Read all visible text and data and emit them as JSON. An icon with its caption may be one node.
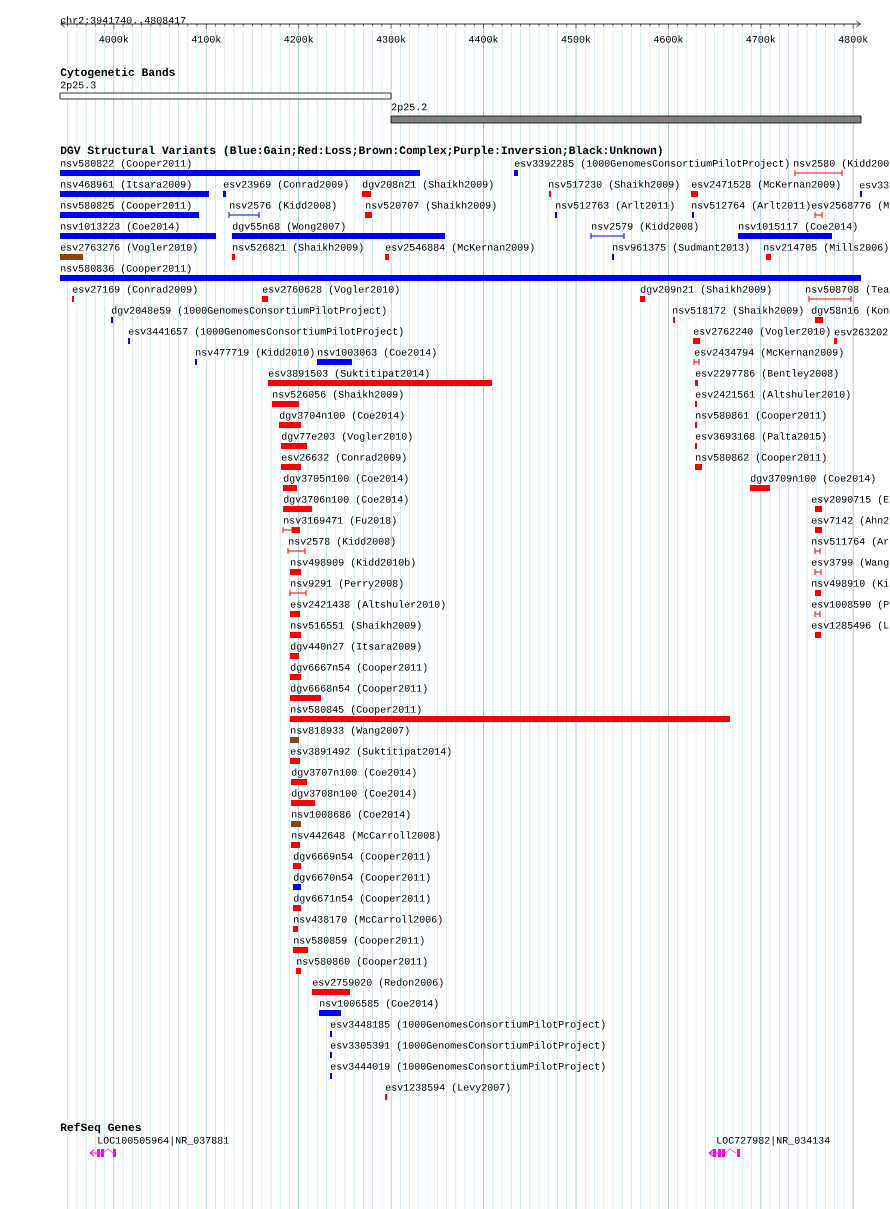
{
  "diagram": {
    "nodes": [
      {
        "text": [
          "2p25.3"
        ]
      },
      {
        "text": [
          "2p25.2"
        ]
      },
      {
        "text": [
          "nsv580822 (Cooper2011)"
        ]
      },
      {
        "text": [
          "esv3392285 (1000GenomesConsortiumPilotProject)"
        ]
      },
      {
        "text": [
          "nsv2580 (Kidd200"
        ]
      },
      {
        "text": [
          "nsv468961 (Itsara2009)"
        ]
      },
      {
        "text": [
          "esv23969 (Conrad2009)"
        ]
      },
      {
        "text": [
          "dgv208n21 (Shaikh2009)"
        ]
      },
      {
        "text": [
          "nsv517230 (Shaikh2009)"
        ]
      },
      {
        "text": [
          "esv2471528 (McKernan2009)"
        ]
      },
      {
        "text": [
          "esv33"
        ]
      },
      {
        "text": [
          "nsv580825 (Cooper2011)"
        ]
      },
      {
        "text": [
          "nsv2576 (Kidd2008)"
        ]
      },
      {
        "text": [
          "nsv520707 (Shaikh2009)"
        ]
      },
      {
        "text": [
          "nsv512763 (Arlt2011)"
        ]
      },
      {
        "text": [
          "nsv512764 (Arlt2011)"
        ]
      },
      {
        "text": [
          "esv2568776 (M"
        ]
      },
      {
        "text": [
          "nsv1013223 (Coe2014)"
        ]
      },
      {
        "text": [
          "dgv55n68 (Wong2007)"
        ]
      },
      {
        "text": [
          "nsv2579 (Kidd2008)"
        ]
      },
      {
        "text": [
          "nsv1015117 (Coe2014)"
        ]
      },
      {
        "text": [
          "esv2763276 (Vogler2010)"
        ]
      },
      {
        "text": [
          "nsv526821 (Shaikh2009)"
        ]
      },
      {
        "text": [
          "esv2546884 (McKernan2009)"
        ]
      },
      {
        "text": [
          "nsv961375 (Sudmant2013)"
        ]
      },
      {
        "text": [
          "nsv214705 (Mills2006)"
        ]
      },
      {
        "text": [
          "nsv580836 (Cooper2011)"
        ]
      },
      {
        "text": [
          "esv27169 (Conrad2009)"
        ]
      },
      {
        "text": [
          "esv2760628 (Vogler2010)"
        ]
      },
      {
        "text": [
          "dgv209n21 (Shaikh2009)"
        ]
      },
      {
        "text": [
          "nsv508708 (Tea"
        ]
      },
      {
        "text": [
          "dgv2048e59 (1000GenomesConsortiumPilotProject)"
        ]
      },
      {
        "text": [
          "nsv518172 (Shaikh2009)"
        ]
      },
      {
        "text": [
          "dgv58n16 (Kon"
        ]
      },
      {
        "text": [
          "esv3441657 (1000GenomesConsortiumPilotProject)"
        ]
      },
      {
        "text": [
          "esv2762240 (Vogler2010)"
        ]
      },
      {
        "text": [
          "esv263202"
        ]
      },
      {
        "text": [
          "nsv477719 (Kidd2010)"
        ]
      },
      {
        "text": [
          "nsv1003063 (Coe2014)"
        ]
      },
      {
        "text": [
          "esv2434794 (McKernan2009)"
        ]
      },
      {
        "text": [
          "esv3891503 (Suktitipat2014)"
        ]
      },
      {
        "text": [
          "esv2297786 (Bentley2008)"
        ]
      },
      {
        "text": [
          "nsv526056 (Shaikh2009)"
        ]
      },
      {
        "text": [
          "esv2421561 (Altshuler2010)"
        ]
      },
      {
        "text": [
          "dgv3704n100 (Coe2014)"
        ]
      },
      {
        "text": [
          "nsv580861 (Cooper2011)"
        ]
      },
      {
        "text": [
          "dgv77e203 (Vogler2010)"
        ]
      },
      {
        "text": [
          "esv3693168 (Palta2015)"
        ]
      },
      {
        "text": [
          "esv26632 (Conrad2009)"
        ]
      },
      {
        "text": [
          "nsv580862 (Cooper2011)"
        ]
      },
      {
        "text": [
          "dgv3705n100 (Coe2014)"
        ]
      },
      {
        "text": [
          "dgv3709n100 (Coe2014)"
        ]
      },
      {
        "text": [
          "dgv3706n100 (Coe2014)"
        ]
      },
      {
        "text": [
          "esv2090715 (E"
        ]
      },
      {
        "text": [
          "nsv3169471 (Fu2018)"
        ]
      },
      {
        "text": [
          "esv7142 (Ahn2"
        ]
      },
      {
        "text": [
          "nsv2578 (Kidd2008)"
        ]
      },
      {
        "text": [
          "nsv511764 (Ar"
        ]
      },
      {
        "text": [
          "nsv498909 (Kidd2010b)"
        ]
      },
      {
        "text": [
          "esv3799 (Wang"
        ]
      },
      {
        "text": [
          "nsv9291 (Perry2008)"
        ]
      },
      {
        "text": [
          "nsv498910 (Ki"
        ]
      },
      {
        "text": [
          "esv2421438 (Altshuler2010)"
        ]
      },
      {
        "text": [
          "esv1008590 (P"
        ]
      },
      {
        "text": [
          "nsv516551 (Shaikh2009)"
        ]
      },
      {
        "text": [
          "esv1285496 (L"
        ]
      },
      {
        "text": [
          "dgv440n27 (Itsara2009)"
        ]
      },
      {
        "text": [
          "dgv6667n54 (Cooper2011)"
        ]
      },
      {
        "text": [
          "dgv6668n54 (Cooper2011)"
        ]
      },
      {
        "text": [
          "nsv580845 (Cooper2011)"
        ]
      },
      {
        "text": [
          "nsv818933 (Wang2007)"
        ]
      },
      {
        "text": [
          "esv3891492 (Suktitipat2014)"
        ]
      },
      {
        "text": [
          "dgv3707n100 (Coe2014)"
        ]
      },
      {
        "text": [
          "dgv3708n100 (Coe2014)"
        ]
      },
      {
        "text": [
          "nsv1008686 (Coe2014)"
        ]
      },
      {
        "text": [
          "nsv442648 (McCarroll2008)"
        ]
      },
      {
        "text": [
          "dgv6669n54 (Cooper2011)"
        ]
      },
      {
        "text": [
          "dgv6670n54 (Cooper2011)"
        ]
      },
      {
        "text": [
          "dgv6671n54 (Cooper2011)"
        ]
      },
      {
        "text": [
          "nsv438170 (McCarroll2006)"
        ]
      },
      {
        "text": [
          "nsv580859 (Cooper2011)"
        ]
      },
      {
        "text": [
          "nsv580860 (Cooper2011)"
        ]
      },
      {
        "text": [
          "esv2759020 (Redon2006)"
        ]
      },
      {
        "text": [
          "nsv1006585 (Coe2014)"
        ]
      },
      {
        "text": [
          "esv3448185 (1000GenomesConsortiumPilotProject)"
        ]
      },
      {
        "text": [
          "esv3305391 (1000GenomesConsortiumPilotProject)"
        ]
      },
      {
        "text": [
          "esv3444019 (1000GenomesConsortiumPilotProject)"
        ]
      },
      {
        "text": [
          "esv1238594 (Levy2007)"
        ]
      },
      {
        "text": [
          "LOC100505964|NR_037881"
        ]
      },
      {
        "text": [
          "LOC727982|NR_034134"
        ]
      }
    ],
    "labels": [
      "chr2:3941740..4808417",
      "4000k",
      "4100k",
      "4200k",
      "4300k",
      "4400k",
      "4500k",
      "4600k",
      "4700k",
      "4800k",
      "Cytogenetic Bands",
      "DGV Structural Variants (Blue:Gain;Red:Loss;Brown:Complex;Purple:Inversion;Black:Unknown)",
      "RefSeq Genes"
    ]
  }
}
